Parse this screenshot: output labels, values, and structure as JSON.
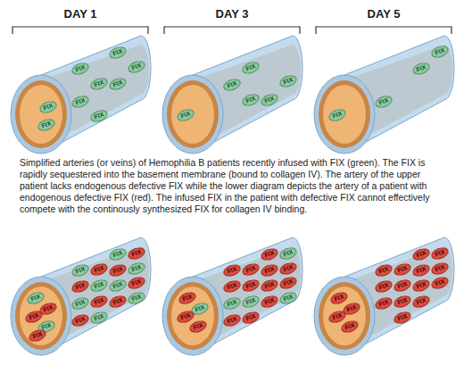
{
  "diagram": {
    "caption": "Simplified arteries (or veins) of Hemophilia B patients recently infused with FIX (green). The FIX is rapidly sequestered into the basement membrane (bound to collagen IV). The artery of the upper patient lacks endogenous defective FIX while the lower diagram depicts the artery of a patient with endogenous defective FIX (red). The infused FIX in the patient with defective FIX cannot effectively compete with the continously synthesized FIX for collagen IV binding.",
    "nodes": [
      {
        "text": [
          "FIX"
        ]
      },
      {
        "text": [
          "FIX"
        ]
      },
      {
        "text": [
          "FIX"
        ]
      },
      {
        "text": [
          "FIX"
        ]
      },
      {
        "text": [
          "FIX"
        ]
      },
      {
        "text": [
          "FIX"
        ]
      },
      {
        "text": [
          "FIX"
        ]
      },
      {
        "text": [
          "FIX"
        ]
      },
      {
        "text": [
          "FIX"
        ]
      },
      {
        "text": [
          "FIX"
        ]
      },
      {
        "text": [
          "FIX"
        ]
      },
      {
        "text": [
          "FIX"
        ]
      },
      {
        "text": [
          "FIX"
        ]
      },
      {
        "text": [
          "FIX"
        ]
      },
      {
        "text": [
          "FIX"
        ]
      },
      {
        "text": [
          "FIX"
        ]
      },
      {
        "text": [
          "FIX"
        ]
      },
      {
        "text": [
          "FIX"
        ]
      },
      {
        "text": [
          "FIX"
        ]
      },
      {
        "text": [
          "FIX"
        ]
      },
      {
        "text": [
          "FIX"
        ]
      },
      {
        "text": [
          "FIX"
        ]
      },
      {
        "text": [
          "FIX"
        ]
      },
      {
        "text": [
          "FIX"
        ]
      },
      {
        "text": [
          "FIX"
        ]
      },
      {
        "text": [
          "FIX"
        ]
      },
      {
        "text": [
          "FIX"
        ]
      },
      {
        "text": [
          "FIX"
        ]
      },
      {
        "text": [
          "FIX"
        ]
      },
      {
        "text": [
          "FIX"
        ]
      },
      {
        "text": [
          "FIX"
        ]
      },
      {
        "text": [
          "FIX"
        ]
      },
      {
        "text": [
          "FIX"
        ]
      },
      {
        "text": [
          "FIX"
        ]
      },
      {
        "text": [
          "FIX"
        ]
      },
      {
        "text": [
          "FIX"
        ]
      },
      {
        "text": [
          "FIX"
        ]
      },
      {
        "text": [
          "FIX"
        ]
      },
      {
        "text": [
          "FIX"
        ]
      },
      {
        "text": [
          "FIX"
        ]
      },
      {
        "text": [
          "FIX"
        ]
      },
      {
        "text": [
          "FIX"
        ]
      },
      {
        "text": [
          "FIX"
        ]
      },
      {
        "text": [
          "FIX"
        ]
      },
      {
        "text": [
          "FIX"
        ]
      },
      {
        "text": [
          "FIX"
        ]
      },
      {
        "text": [
          "FIX"
        ]
      },
      {
        "text": [
          "FIX"
        ]
      },
      {
        "text": [
          "FIX"
        ]
      },
      {
        "text": [
          "FIX"
        ]
      },
      {
        "text": [
          "FIX"
        ]
      },
      {
        "text": [
          "FIX"
        ]
      },
      {
        "text": [
          "FIX"
        ]
      },
      {
        "text": [
          "FIX"
        ]
      },
      {
        "text": [
          "FIX"
        ]
      },
      {
        "text": [
          "FIX"
        ]
      },
      {
        "text": [
          "FIX"
        ]
      },
      {
        "text": [
          "FIX"
        ]
      },
      {
        "text": [
          "FIX"
        ]
      },
      {
        "text": [
          "FIX"
        ]
      },
      {
        "text": [
          "FIX"
        ]
      },
      {
        "text": [
          "FIX"
        ]
      },
      {
        "text": [
          "FIX"
        ]
      },
      {
        "text": [
          "FIX"
        ]
      },
      {
        "text": [
          "FIX"
        ]
      },
      {
        "text": [
          "FIX"
        ]
      },
      {
        "text": [
          "FIX"
        ]
      },
      {
        "text": [
          "FIX"
        ]
      },
      {
        "text": [
          "FIX"
        ]
      },
      {
        "text": [
          "FIX"
        ]
      },
      {
        "text": [
          "FIX"
        ]
      },
      {
        "text": [
          "FIX"
        ]
      },
      {
        "text": [
          "FIX"
        ]
      },
      {
        "text": [
          "FIX"
        ]
      },
      {
        "text": [
          "FIX"
        ]
      },
      {
        "text": [
          "FIX"
        ]
      },
      {
        "text": [
          "FIX"
        ]
      },
      {
        "text": [
          "FIX"
        ]
      }
    ],
    "labels": [
      "DAY 1",
      "DAY 3",
      "DAY 5"
    ]
  }
}
